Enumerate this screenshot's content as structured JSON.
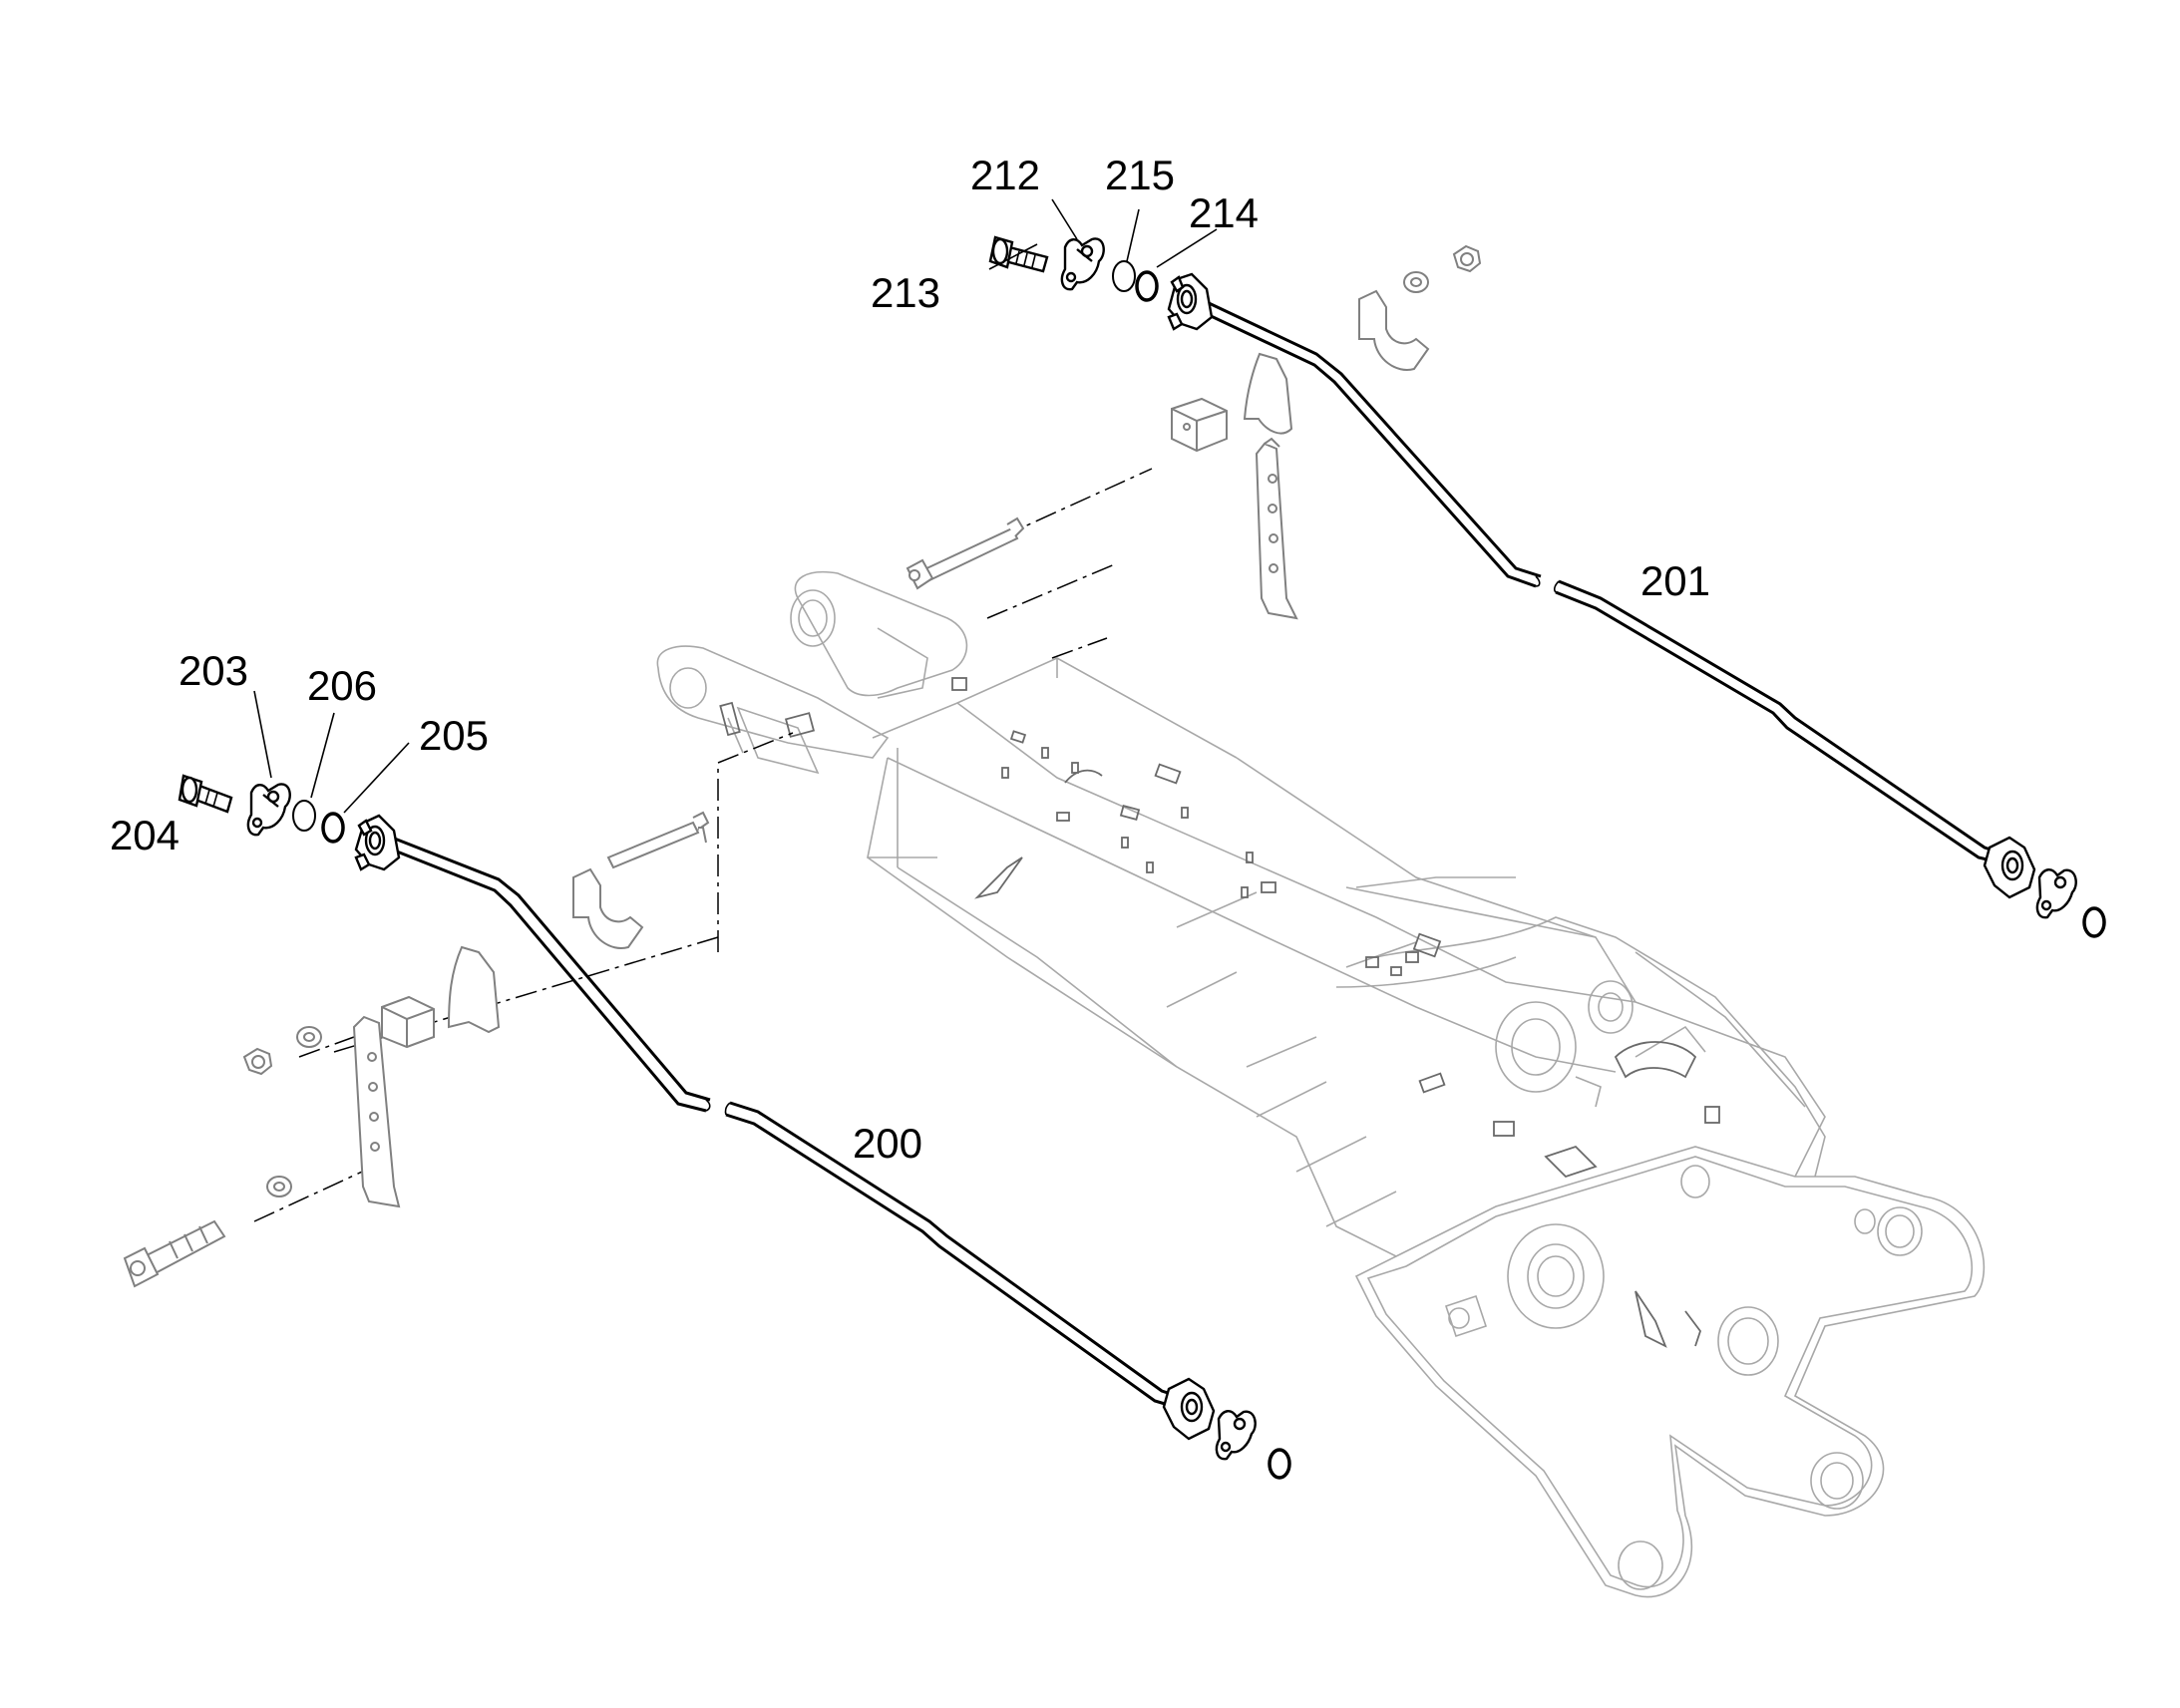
{
  "callouts": {
    "c200": "200",
    "c201": "201",
    "c203": "203",
    "c204": "204",
    "c205": "205",
    "c206": "206",
    "c212": "212",
    "c213": "213",
    "c214": "214",
    "c215": "215"
  },
  "colors": {
    "line": "#000000",
    "frame": "#a8a8a8",
    "background": "#ffffff"
  }
}
